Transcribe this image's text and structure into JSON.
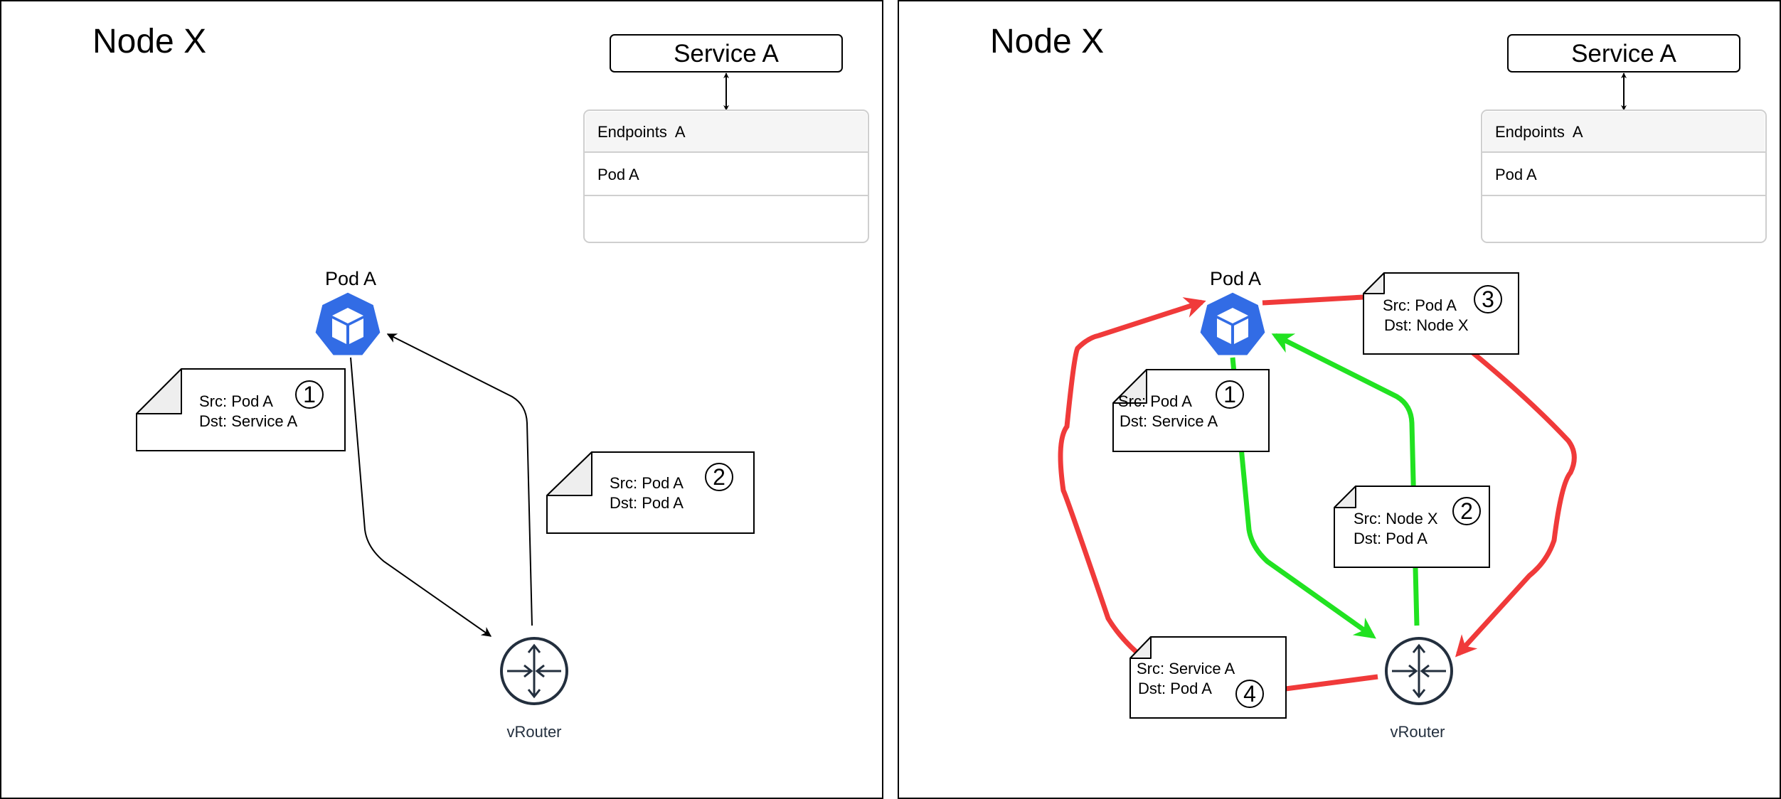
{
  "panels": [
    {
      "id": "left",
      "node_title": "Node X",
      "service_label": "Service A",
      "endpoints_header": "Endpoints  A",
      "endpoints_rows": [
        "Pod A",
        ""
      ],
      "pod_label": "Pod A",
      "router_label": "vRouter",
      "notes": [
        {
          "src": "Src: Pod A",
          "dst": "Dst: Service A",
          "num": "1"
        },
        {
          "src": "Src: Pod A",
          "dst": "Dst: Pod A",
          "num": "2"
        }
      ]
    },
    {
      "id": "right",
      "node_title": "Node X",
      "service_label": "Service A",
      "endpoints_header": "Endpoints  A",
      "endpoints_rows": [
        "Pod A",
        ""
      ],
      "pod_label": "Pod A",
      "router_label": "vRouter",
      "notes": [
        {
          "src": "Src: Pod A",
          "dst": "Dst: Service A",
          "num": "1"
        },
        {
          "src": "Src: Node X",
          "dst": "Dst: Pod A",
          "num": "2"
        },
        {
          "src": "Src: Pod A",
          "dst": "Dst: Node X",
          "num": "3"
        },
        {
          "src": "Src: Service A",
          "dst": "Dst: Pod A",
          "num": "4"
        }
      ]
    }
  ],
  "colors": {
    "green_path": "#21e221",
    "red_path": "#f03a3a",
    "kube_blue": "#326ce5",
    "router": "#232f3e",
    "border": "#000000"
  },
  "icons": {
    "pod": "kubernetes-pod-icon",
    "router": "vrouter-icon"
  }
}
